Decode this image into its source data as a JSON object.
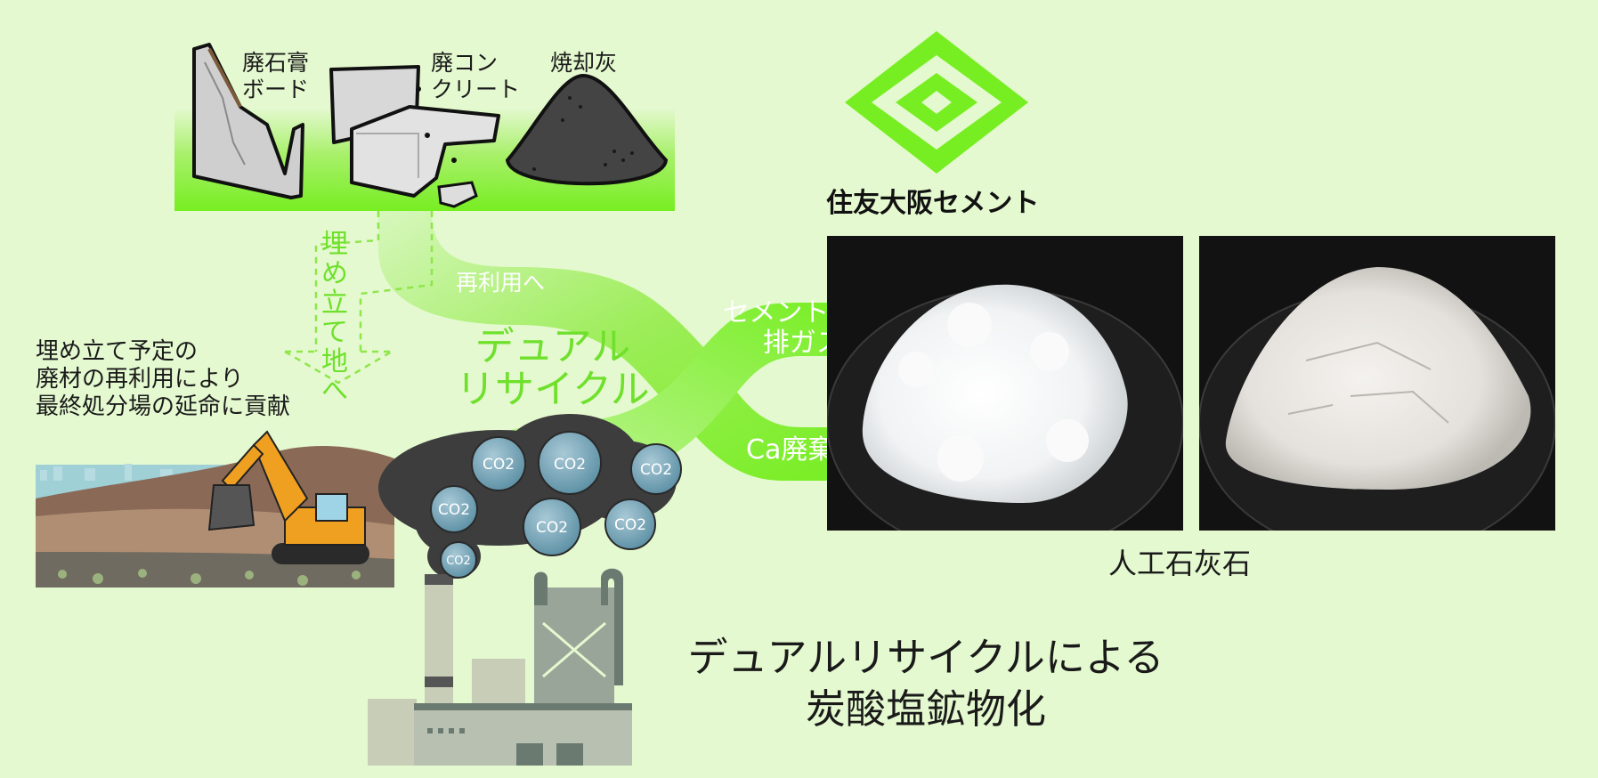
{
  "materials": {
    "gypsum_board": "廃石膏\nボード",
    "concrete": "廃コン\nクリート",
    "ash": "焼却灰"
  },
  "company": {
    "name": "住友大阪セメント",
    "logo_color": "#77ee22"
  },
  "flows": {
    "reuse": "再利用へ",
    "landfill": "埋め立て地へ",
    "dual_recycle": "デュアル\nリサイクル",
    "exhaust_gas": "セメント工場\n排ガス",
    "ca_waste": "Ca廃棄物",
    "co2_label": "CO2"
  },
  "landfill_text": "埋め立て予定の\n廃材の再利用により\n最終処分場の延命に貢献",
  "product": {
    "caption": "人工石灰石"
  },
  "title": "デュアルリサイクルによる\n炭酸塩鉱物化",
  "colors": {
    "background": "#e4f9cf",
    "accent_green": "#77ee22",
    "text": "#1a1a1a"
  }
}
